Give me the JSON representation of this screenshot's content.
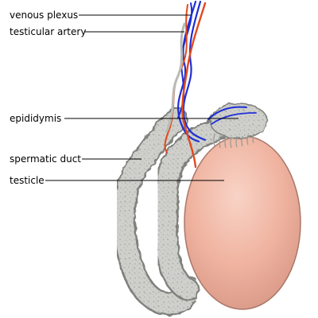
{
  "labels": {
    "venous_plexus": "venous plexus",
    "testicular_artery": "testicular artery",
    "epididymis": "epididymis",
    "spermatic_duct": "spermatic duct",
    "testicle": "testicle"
  },
  "colors": {
    "background": "#ffffff",
    "vein": "#1e2fd6",
    "artery": "#e2481c",
    "testicle_fill": "#f2b8a6",
    "testicle_edge": "#a9786a",
    "tissue_fill": "#cfd0cb",
    "tissue_edge": "#7f817c",
    "label_text": "#000000"
  }
}
